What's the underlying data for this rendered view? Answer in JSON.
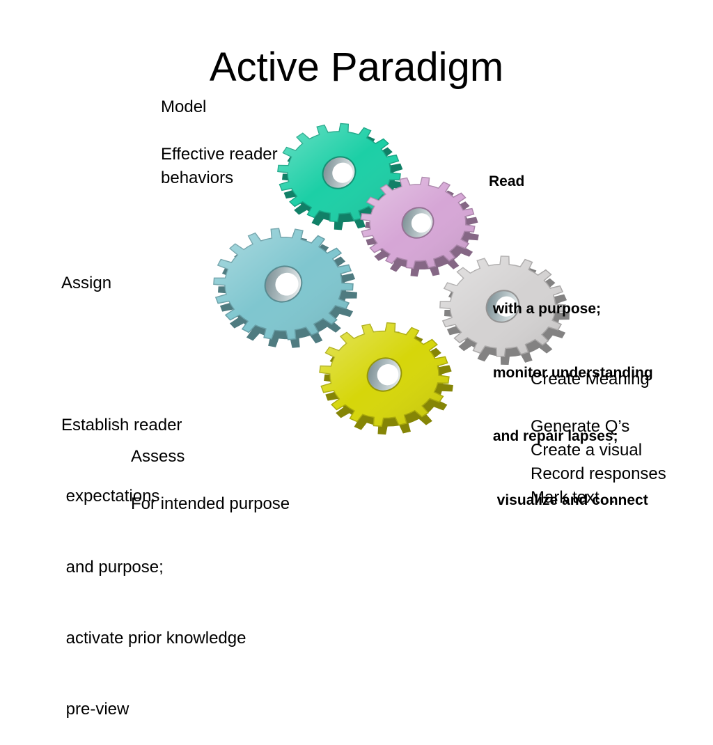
{
  "title": "Active Paradigm",
  "colors": {
    "gear_teal": "#1ccfa6",
    "gear_pink": "#d6a6d6",
    "gear_blue": "#7fc6cf",
    "gear_gray": "#d4d2d2",
    "gear_yellow": "#d6d60a"
  },
  "model": {
    "lines": [
      "Model",
      "",
      "Effective reader",
      "behaviors"
    ]
  },
  "read": {
    "lines": [
      "Read",
      "",
      " with a purpose;",
      " monitor understanding",
      " and repair lapses;",
      "  visualize and connect"
    ]
  },
  "assign": {
    "lines": [
      "Assign",
      "",
      "Establish reader",
      " expectations",
      " and purpose;",
      " activate prior knowledge",
      " pre-view"
    ]
  },
  "create": {
    "lines": [
      "Create Meaning",
      "",
      "Generate Q’s",
      "Create a visual",
      "Record responses",
      "Mark text…"
    ]
  },
  "assess": {
    "lines": [
      "Assess",
      "",
      "For intended purpose"
    ]
  },
  "gears": [
    {
      "name": "gear-teal",
      "color_key": "gear_teal"
    },
    {
      "name": "gear-blue",
      "color_key": "gear_blue"
    },
    {
      "name": "gear-pink",
      "color_key": "gear_pink"
    },
    {
      "name": "gear-gray",
      "color_key": "gear_gray"
    },
    {
      "name": "gear-yellow",
      "color_key": "gear_yellow"
    }
  ]
}
